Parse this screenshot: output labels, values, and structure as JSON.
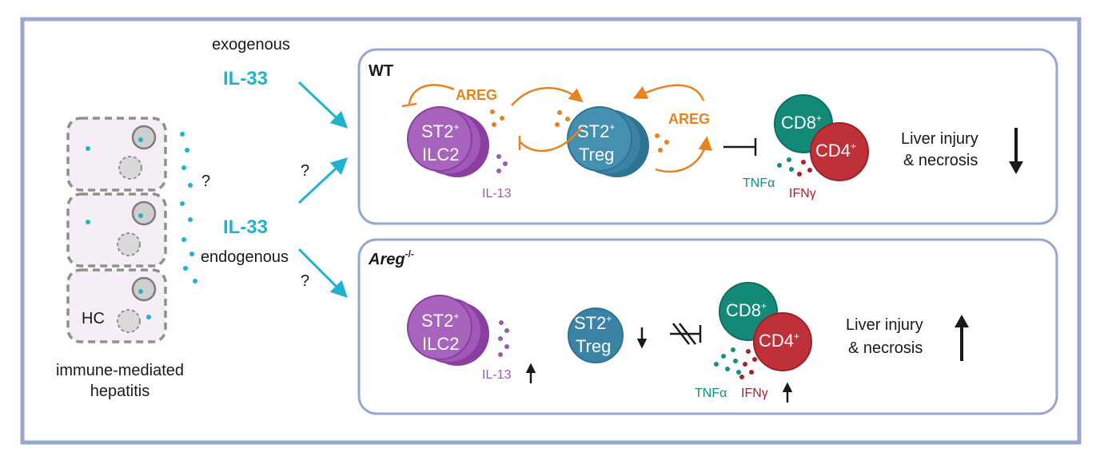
{
  "colors": {
    "frame": "#98a6d0",
    "il33": "#20b3cf",
    "areg": "#e8821e",
    "ilc2": "#9b4fb2",
    "treg": "#3b87a8",
    "cd8": "#138a78",
    "cd4": "#bf3139",
    "il13": "#9b5ab0",
    "tnfa": "#148f80",
    "ifng": "#a8202b"
  },
  "left": {
    "cell_label": "HC",
    "caption_line1": "immune-mediated",
    "caption_line2": "hepatitis",
    "question": "?"
  },
  "il33": {
    "exogenous_label": "exogenous",
    "name": "IL-33",
    "endogenous_label": "endogenous",
    "question": "?"
  },
  "wt_panel": {
    "title": "WT",
    "ilc2": {
      "line1": "ST2",
      "sup": "+",
      "line2": "ILC2"
    },
    "treg": {
      "line1": "ST2",
      "sup": "+",
      "line2": "Treg"
    },
    "areg_label": "AREG",
    "il13_label": "IL-13",
    "cd8": {
      "label": "CD8",
      "sup": "+"
    },
    "cd4": {
      "label": "CD4",
      "sup": "+"
    },
    "tnfa": "TNFα",
    "ifng": "IFNγ",
    "outcome_line1": "Liver injury",
    "outcome_line2": "& necrosis",
    "outcome_direction": "down-arrow-icon"
  },
  "ko_panel": {
    "title": "Areg",
    "title_sup": "-/-",
    "ilc2": {
      "line1": "ST2",
      "sup": "+",
      "line2": "ILC2"
    },
    "treg": {
      "line1": "ST2",
      "sup": "+",
      "line2": "Treg"
    },
    "il13_label": "IL-13",
    "cd8": {
      "label": "CD8",
      "sup": "+"
    },
    "cd4": {
      "label": "CD4",
      "sup": "+"
    },
    "tnfa": "TNFα",
    "ifng": "IFNγ",
    "outcome_line1": "Liver injury",
    "outcome_line2": "& necrosis",
    "outcome_direction": "up-arrow-icon"
  }
}
